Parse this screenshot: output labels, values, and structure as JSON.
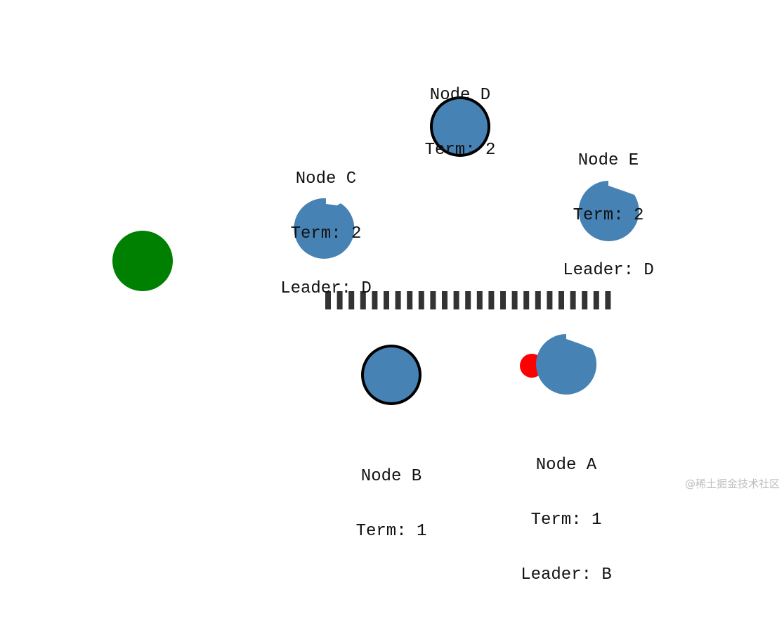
{
  "colors": {
    "node_fill": "#4682b4",
    "leader_ring": "#000000",
    "client": "#008000",
    "message": "#ff0000",
    "partition": "#333333"
  },
  "nodes": [
    {
      "id": "D",
      "lines": [
        "Node D",
        "Term: 2"
      ],
      "role": "leader"
    },
    {
      "id": "C",
      "lines": [
        "Node C",
        "Term: 2",
        "Leader: D"
      ],
      "role": "follower"
    },
    {
      "id": "E",
      "lines": [
        "Node E",
        "Term: 2",
        "Leader: D"
      ],
      "role": "follower"
    },
    {
      "id": "B",
      "lines": [
        "Node B",
        "Term: 1"
      ],
      "role": "leader"
    },
    {
      "id": "A",
      "lines": [
        "Node A",
        "Term: 1",
        "Leader: B"
      ],
      "role": "follower"
    }
  ],
  "watermark": "@稀土掘金技术社区"
}
